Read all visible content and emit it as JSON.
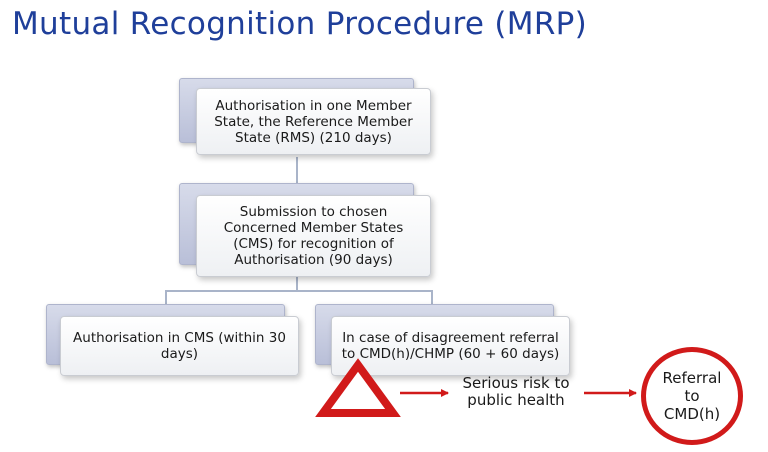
{
  "title": "Mutual Recognition Procedure (MRP)",
  "boxes": {
    "rms": "Authorisation in one Member State, the Reference Member State (RMS) (210 days)",
    "cms_submission": "Submission to chosen Concerned Member States (CMS) for recognition of Authorisation (90 days)",
    "cms_authorisation": "Authorisation in CMS (within 30 days)",
    "disagreement": "In case of disagreement referral to CMD(h)/CHMP (60 + 60 days)"
  },
  "risk_label": "Serious risk to public health",
  "referral_label": "Referral to CMD(h)",
  "colors": {
    "title": "#1f3f9a",
    "alert": "#d11a1a",
    "connector": "#a9b4c9"
  },
  "icons": {
    "warning": "warning-triangle-icon"
  }
}
